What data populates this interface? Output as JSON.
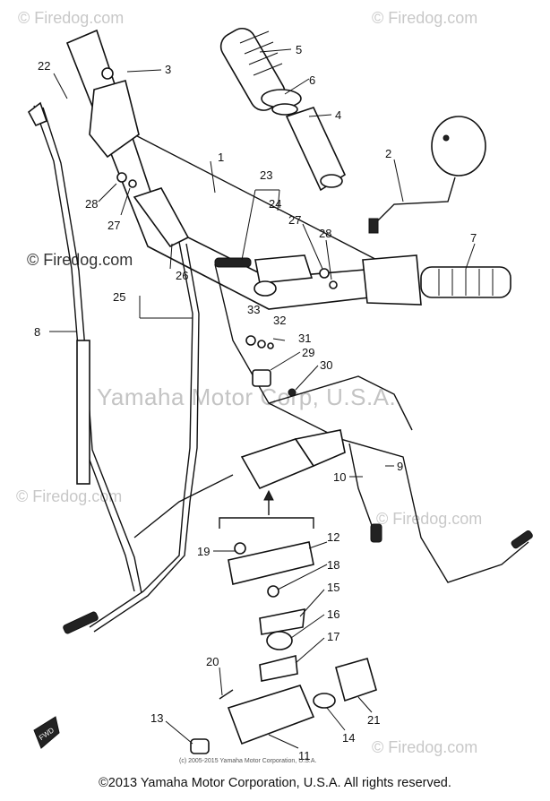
{
  "watermarks": {
    "site": "© Firedog.com",
    "center": "Yamaha Motor Corp, U.S.A."
  },
  "labels": {
    "p1": "1",
    "p2": "2",
    "p3": "3",
    "p4": "4",
    "p5": "5",
    "p6": "6",
    "p7": "7",
    "p8": "8",
    "p9": "9",
    "p10": "10",
    "p11": "11",
    "p12": "12",
    "p13": "13",
    "p14": "14",
    "p15": "15",
    "p16": "16",
    "p17": "17",
    "p18": "18",
    "p19": "19",
    "p20": "20",
    "p21": "21",
    "p22": "22",
    "p23": "23",
    "p24": "24",
    "p25": "25",
    "p26": "26",
    "p27a": "27",
    "p27b": "27",
    "p28a": "28",
    "p28b": "28",
    "p29": "29",
    "p30": "30",
    "p31": "31",
    "p32": "32",
    "p33": "33"
  },
  "fwd_label": "FWD",
  "small_copyright": "(c) 2005-2015 Yamaha Motor Corporation, U.S.A.",
  "footer": "©2013 Yamaha Motor Corporation, U.S.A. All rights reserved."
}
